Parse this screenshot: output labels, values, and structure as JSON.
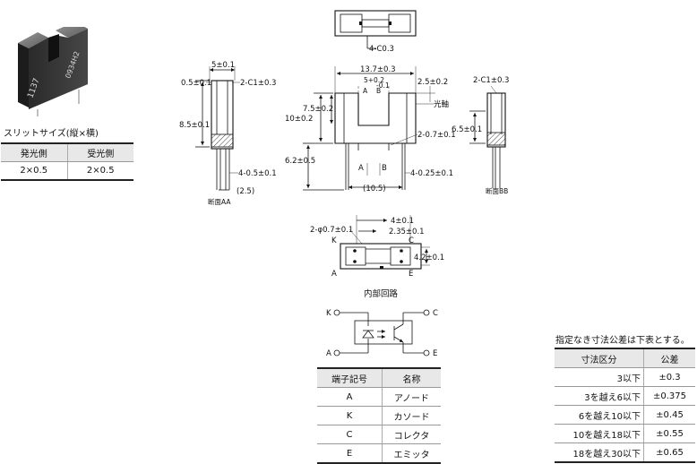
{
  "slit_size": {
    "title": "スリットサイズ(縦×横)",
    "headers": [
      "発光側",
      "受光側"
    ],
    "values": [
      "2×0.5",
      "2×0.5"
    ]
  },
  "top_view": {
    "chamfer": "4-C0.3"
  },
  "section_aa": {
    "width": "5±0.1",
    "t1": "0.5±0.1",
    "chamfer": "2-C1±0.3",
    "height": "8.5±0.1",
    "lead": "4-0.5±0.1",
    "pitch": "(2.5)",
    "caption": "断面AA"
  },
  "front_view": {
    "width": "13.7±0.3",
    "slot": "5+0.2",
    "slot_tol": "-0.1",
    "slot_a": "A",
    "slot_b": "B",
    "depth": "7.5±0.2",
    "height": "10±0.2",
    "right_top": "2.5±0.2",
    "optical_axis": "光軸",
    "tab": "2-0.7±0.1",
    "lead_len": "6.2±0.5",
    "pin_a": "A",
    "pin_b": "B",
    "lead": "4-0.25±0.1",
    "pitch": "(10.5)"
  },
  "section_bb": {
    "chamfer": "2-C1±0.3",
    "dim": "6.5±0.1",
    "caption": "断面BB"
  },
  "bottom_view": {
    "hole": "2-φ0.7±0.1",
    "dim1": "4±0.1",
    "dim2": "2.35±0.1",
    "dim3": "4.2±0.1",
    "k": "K",
    "c": "C",
    "a": "A",
    "e": "E"
  },
  "circuit": {
    "title": "内部回路",
    "k": "K",
    "c": "C",
    "a": "A",
    "e": "E"
  },
  "terminal_table": {
    "headers": [
      "端子記号",
      "名称"
    ],
    "rows": [
      [
        "A",
        "アノード"
      ],
      [
        "K",
        "カソード"
      ],
      [
        "C",
        "コレクタ"
      ],
      [
        "E",
        "エミッタ"
      ]
    ]
  },
  "tolerance": {
    "title": "指定なき寸法公差は下表とする。",
    "headers": [
      "寸法区分",
      "公差"
    ],
    "rows": [
      [
        "3以下",
        "±0.3"
      ],
      [
        "3を越え6以下",
        "±0.375"
      ],
      [
        "6を越え10以下",
        "±0.45"
      ],
      [
        "10を越え18以下",
        "±0.55"
      ],
      [
        "18を越え30以下",
        "±0.65"
      ]
    ]
  },
  "photo": {
    "marking1": "1137",
    "marking2": "0934H2"
  }
}
